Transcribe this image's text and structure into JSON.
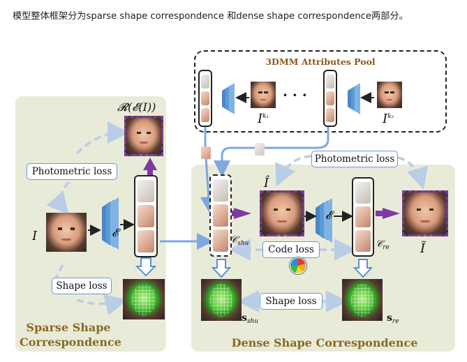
{
  "caption": "模型整体框架分为sparse shape correspondence 和dense shape correspondence两部分。",
  "pool": {
    "title": "3DMM Attributes Pool",
    "dots": "· · ·"
  },
  "sparse": {
    "title_line1": "Sparse Shape",
    "title_line2": "Correspondence",
    "photometric_loss": "Photometric loss",
    "shape_loss": "Shape loss",
    "render_label": "𝓡(𝓔(I))",
    "input_label": "I",
    "encoder_label": "𝓔"
  },
  "dense": {
    "title": "Dense Shape Correspondence",
    "photometric_loss": "Photometric loss",
    "code_loss": "Code loss",
    "shape_loss": "Shape loss",
    "i_hat": "Î",
    "i_tilde": "Ĩ",
    "encoder_label": "𝓔",
    "c_shu": "𝒞",
    "c_shu_sub": "shu",
    "c_re": "𝒞",
    "c_re_sub": "re",
    "s_shu": "s",
    "s_shu_sub": "shu",
    "s_re": "s",
    "s_re_sub": "re",
    "ik1": "I",
    "ik1_sup": "k₁",
    "ik2": "I",
    "ik2_sup": "k₂"
  },
  "colors": {
    "panel_bg": "#e9ebd9",
    "arrow_blue": "#7fa7e0",
    "arrow_dashed": "#b9cde7",
    "purple": "#7c3aa0",
    "encoder": "#5b9bd5",
    "title_brown": "#8a6a23"
  },
  "icons": [
    "color-wheel-icon"
  ]
}
